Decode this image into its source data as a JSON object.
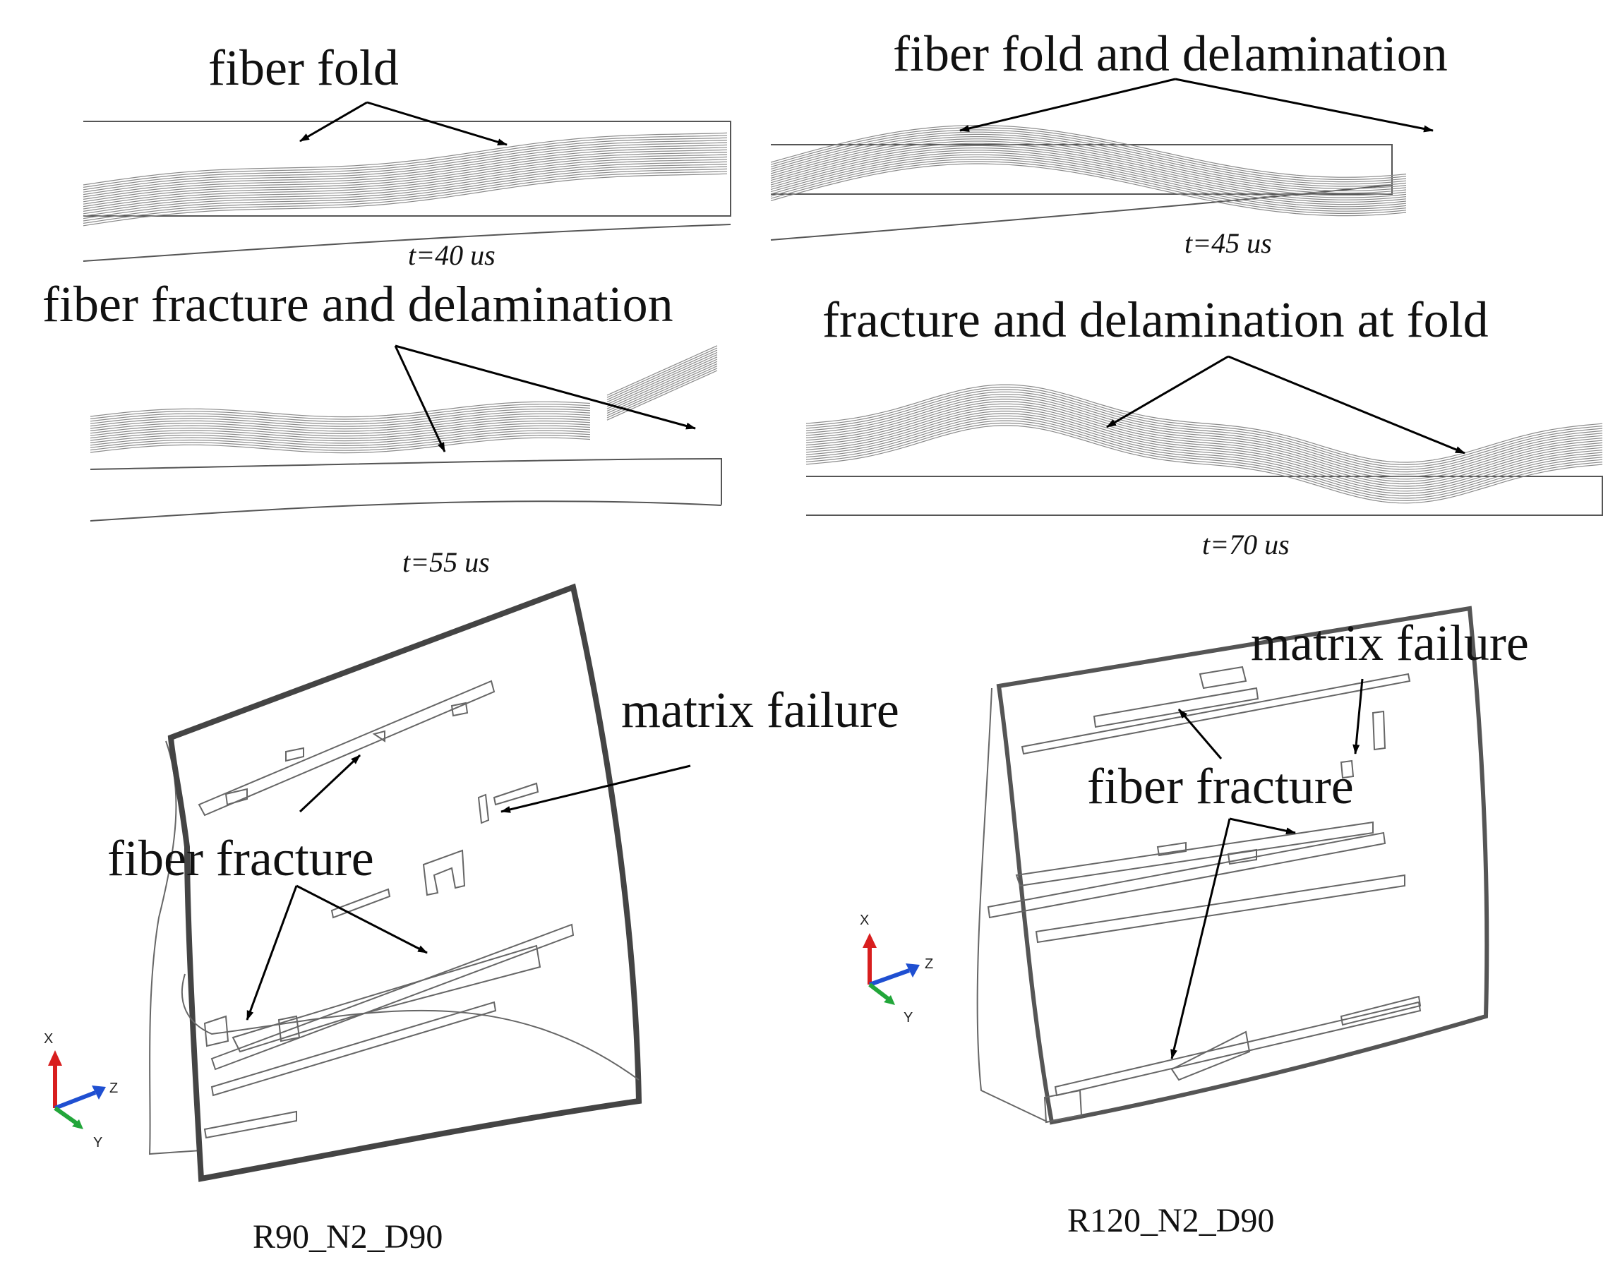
{
  "figure": {
    "panels": [
      {
        "id": "t40",
        "label": "fiber fold",
        "time": "t=40 us"
      },
      {
        "id": "t45",
        "label": "fiber fold and delamination",
        "time": "t=45 us"
      },
      {
        "id": "t55",
        "label": "fiber fracture and delamination",
        "time": "t=55 us"
      },
      {
        "id": "t70",
        "label": "fracture and delamination at fold",
        "time": "t=70 us"
      }
    ],
    "models": [
      {
        "id": "r90",
        "caption": "R90_N2_D90",
        "matrix_label": "matrix failure",
        "fiber_label": "fiber fracture"
      },
      {
        "id": "r120",
        "caption": "R120_N2_D90",
        "matrix_label": "matrix failure",
        "fiber_label": "fiber fracture"
      }
    ],
    "axes": {
      "x": "X",
      "y": "Y",
      "z": "Z"
    },
    "colors": {
      "x_axis": "#d81e1e",
      "y_axis": "#22a63a",
      "z_axis": "#1f4fd1",
      "line": "#555555"
    }
  }
}
